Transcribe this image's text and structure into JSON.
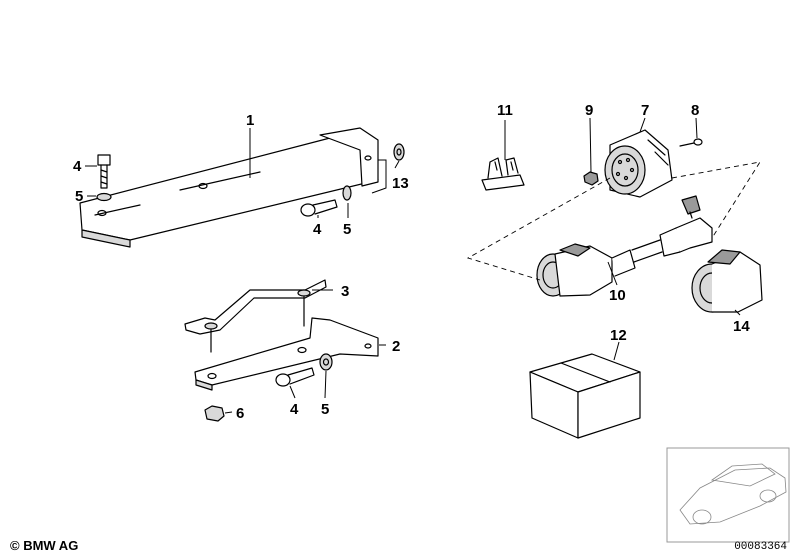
{
  "callouts": {
    "p1": "1",
    "p2": "2",
    "p3": "3",
    "p4a": "4",
    "p4b": "4",
    "p4c": "4",
    "p5a": "5",
    "p5b": "5",
    "p5c": "5",
    "p6": "6",
    "p7": "7",
    "p8": "8",
    "p9": "9",
    "p10": "10",
    "p11": "11",
    "p12": "12",
    "p13": "13",
    "p14": "14"
  },
  "footer": {
    "copyright": "© BMW AG",
    "doc_number": "00083364"
  }
}
